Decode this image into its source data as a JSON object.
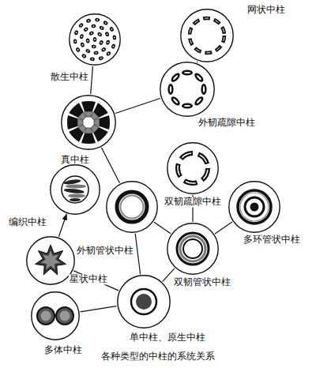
{
  "diagram": {
    "caption": "各种类型的中柱的系统关系",
    "nodes": [
      {
        "text": [
          "散生中柱"
        ]
      },
      {
        "text": [
          "网状中柱"
        ]
      },
      {
        "text": [
          "外韧疏隙中柱"
        ]
      },
      {
        "text": [
          "真中柱"
        ]
      },
      {
        "text": [
          "编织中柱"
        ]
      },
      {
        "text": [
          "双韧疏隙中柱"
        ]
      },
      {
        "text": [
          "外韧管状中柱"
        ]
      },
      {
        "text": [
          "多环管状中柱"
        ]
      },
      {
        "text": [
          "星状中柱"
        ]
      },
      {
        "text": [
          "双韧管状中柱"
        ]
      },
      {
        "text": [
          "多体中柱"
        ]
      },
      {
        "text": [
          "单中柱、原生中柱"
        ]
      }
    ],
    "edges": [
      {
        "from": 11,
        "to": 8,
        "arrow": "none"
      },
      {
        "from": 11,
        "to": 10,
        "arrow": "none"
      },
      {
        "from": 11,
        "to": 6,
        "arrow": "none"
      },
      {
        "from": 11,
        "to": 9,
        "arrow": "none"
      },
      {
        "from": 8,
        "to": 4,
        "arrow": "to"
      },
      {
        "from": 6,
        "to": 3,
        "arrow": "none"
      },
      {
        "from": 6,
        "to": 9,
        "arrow": "none"
      },
      {
        "from": 9,
        "to": 5,
        "arrow": "none"
      },
      {
        "from": 9,
        "to": 7,
        "arrow": "none"
      },
      {
        "from": 3,
        "to": 0,
        "arrow": "none"
      },
      {
        "from": 3,
        "to": 2,
        "arrow": "none"
      },
      {
        "from": 2,
        "to": 1,
        "arrow": "none"
      }
    ]
  }
}
